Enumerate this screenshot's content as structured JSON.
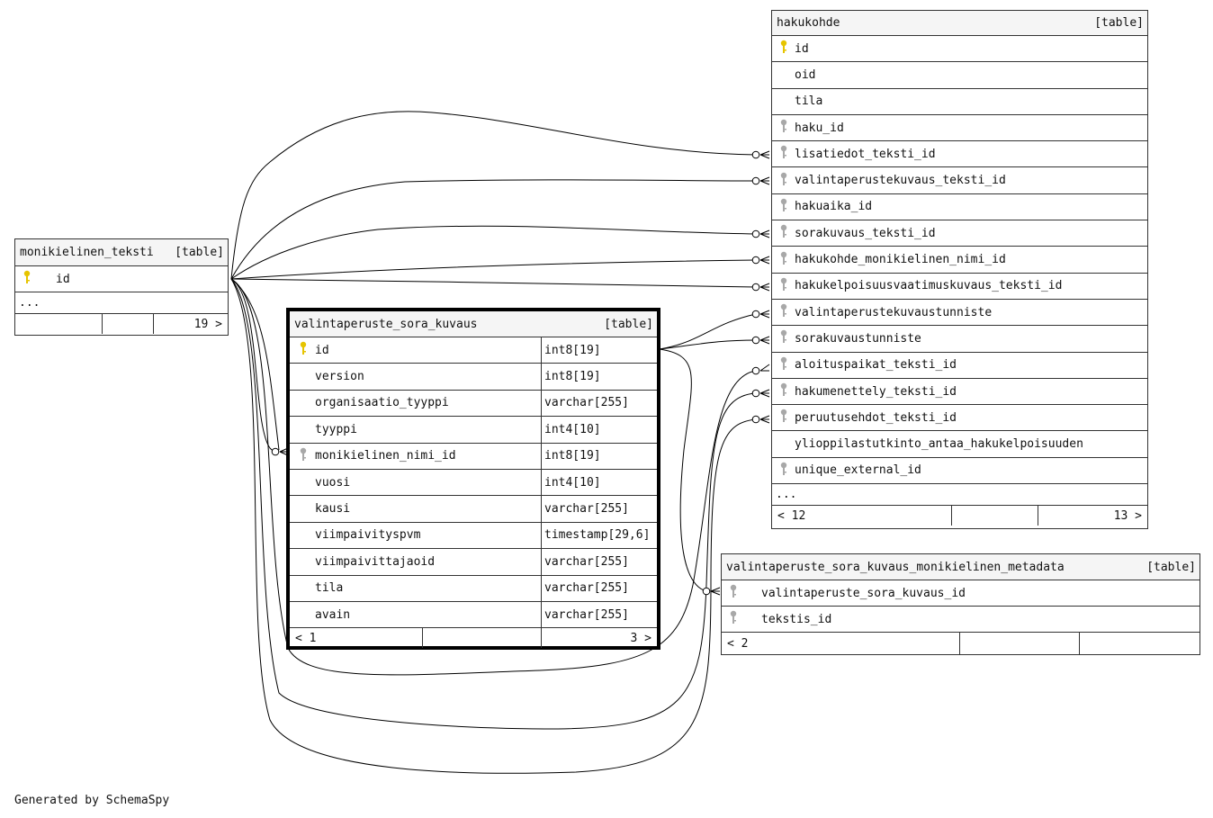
{
  "tables": {
    "monikielinen_teksti": {
      "name": "monikielinen_teksti",
      "type": "[table]",
      "columns": [
        {
          "name": "id",
          "key": "primary"
        }
      ],
      "more": "...",
      "footer": {
        "right": "19 >"
      }
    },
    "valintaperuste_sora_kuvaus": {
      "name": "valintaperuste_sora_kuvaus",
      "type": "[table]",
      "columns": [
        {
          "name": "id",
          "type": "int8[19]",
          "key": "primary"
        },
        {
          "name": "version",
          "type": "int8[19]",
          "key": "none"
        },
        {
          "name": "organisaatio_tyyppi",
          "type": "varchar[255]",
          "key": "none"
        },
        {
          "name": "tyyppi",
          "type": "int4[10]",
          "key": "none"
        },
        {
          "name": "monikielinen_nimi_id",
          "type": "int8[19]",
          "key": "foreign"
        },
        {
          "name": "vuosi",
          "type": "int4[10]",
          "key": "none"
        },
        {
          "name": "kausi",
          "type": "varchar[255]",
          "key": "none"
        },
        {
          "name": "viimpaivityspvm",
          "type": "timestamp[29,6]",
          "key": "none"
        },
        {
          "name": "viimpaivittajaoid",
          "type": "varchar[255]",
          "key": "none"
        },
        {
          "name": "tila",
          "type": "varchar[255]",
          "key": "none"
        },
        {
          "name": "avain",
          "type": "varchar[255]",
          "key": "none"
        }
      ],
      "footer": {
        "left": "< 1",
        "right": "3 >"
      }
    },
    "hakukohde": {
      "name": "hakukohde",
      "type": "[table]",
      "columns": [
        {
          "name": "id",
          "key": "primary"
        },
        {
          "name": "oid",
          "key": "none"
        },
        {
          "name": "tila",
          "key": "none"
        },
        {
          "name": "haku_id",
          "key": "foreign"
        },
        {
          "name": "lisatiedot_teksti_id",
          "key": "foreign"
        },
        {
          "name": "valintaperustekuvaus_teksti_id",
          "key": "foreign"
        },
        {
          "name": "hakuaika_id",
          "key": "foreign"
        },
        {
          "name": "sorakuvaus_teksti_id",
          "key": "foreign"
        },
        {
          "name": "hakukohde_monikielinen_nimi_id",
          "key": "foreign"
        },
        {
          "name": "hakukelpoisuusvaatimuskuvaus_teksti_id",
          "key": "foreign"
        },
        {
          "name": "valintaperustekuvaustunniste",
          "key": "foreign"
        },
        {
          "name": "sorakuvaustunniste",
          "key": "foreign"
        },
        {
          "name": "aloituspaikat_teksti_id",
          "key": "foreign"
        },
        {
          "name": "hakumenettely_teksti_id",
          "key": "foreign"
        },
        {
          "name": "peruutusehdot_teksti_id",
          "key": "foreign"
        },
        {
          "name": "ylioppilastutkinto_antaa_hakukelpoisuuden",
          "key": "none"
        },
        {
          "name": "unique_external_id",
          "key": "foreign"
        }
      ],
      "more": "...",
      "footer": {
        "left": "< 12",
        "right": "13 >"
      }
    },
    "valintaperuste_sora_kuvaus_monikielinen_metadata": {
      "name": "valintaperuste_sora_kuvaus_monikielinen_metadata",
      "type": "[table]",
      "columns": [
        {
          "name": "valintaperuste_sora_kuvaus_id",
          "key": "foreign"
        },
        {
          "name": "tekstis_id",
          "key": "foreign"
        }
      ],
      "footer": {
        "left": "< 2"
      }
    }
  },
  "colors": {
    "primary_key": "#e6c400",
    "foreign_key": "#a8a8a8",
    "header_bg": "#f5f5f5"
  },
  "credit": "Generated by SchemaSpy"
}
